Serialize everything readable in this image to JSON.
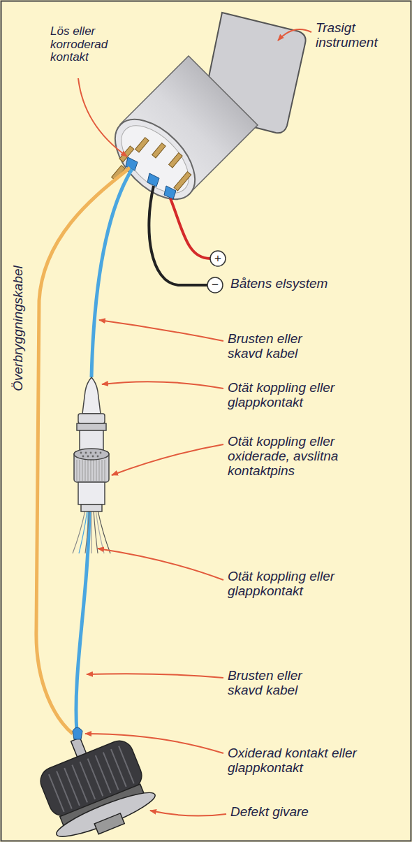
{
  "diagram": {
    "labels": [
      "Lös eller korroderad kontakt",
      "Trasigt instrument",
      "+",
      "−",
      "Båtens elsystem",
      "Överbryggningskabel",
      "Brusten eller skavd kabel",
      "Otät koppling eller glappkontakt",
      "Otät koppling eller oxiderade, avslitna kontaktpins",
      "Otät koppling eller glappkontakt",
      "Brusten eller skavd kabel",
      "Oxiderad kontakt eller glappkontakt",
      "Defekt givare"
    ]
  }
}
